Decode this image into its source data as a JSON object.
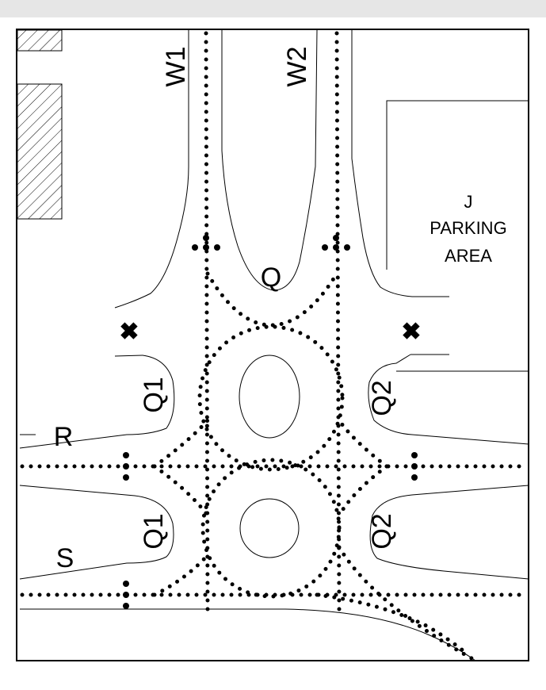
{
  "diagram": {
    "labels": {
      "w1": "W1",
      "w2": "W2",
      "q_top": "Q",
      "q1_upper": "Q1",
      "q1_lower": "Q1",
      "q2_upper": "Q2",
      "q2_lower": "Q2",
      "r": "R",
      "s": "S",
      "parking_line1": "J",
      "parking_line2": "PARKING",
      "parking_line3": "AREA"
    },
    "markers": {
      "cross_left": "✖",
      "cross_right": "✖"
    }
  },
  "colors": {
    "background": "#ffffff",
    "line": "#000000",
    "top_bar": "#e6e6e6"
  }
}
